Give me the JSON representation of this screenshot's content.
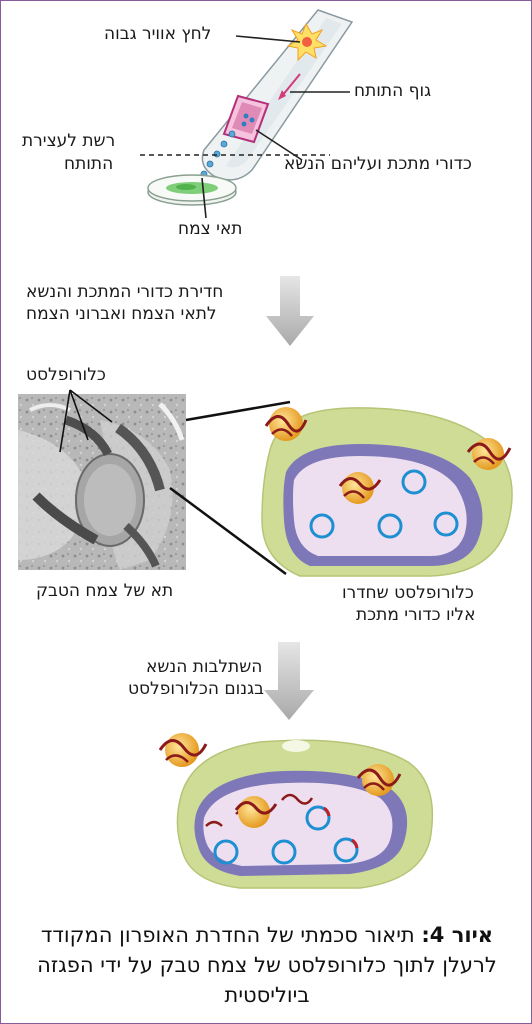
{
  "labels": {
    "high_pressure": "לחץ אוויר גבוה",
    "gun_body": "גוף התותח",
    "stopping_screen_1": "רשת לעצירת",
    "stopping_screen_2": "התותח",
    "metal_particles": "כדורי מתכת ועליהם הנשא",
    "plant_cells": "תאי צמח",
    "step1_line1": "חדירת כדורי המתכת והנשא",
    "step1_line2": "לתאי הצמח ואברוני הצמח",
    "chloroplasts": "כלורופלסט",
    "tobacco_cell": "תא של צמח הטבק",
    "penetrated_line1": "כלורופלסט שחדרו",
    "penetrated_line2": "אליו כדורי מתכת",
    "step2_line1": "השתלבות הנשא",
    "step2_line2": "בגנום הכלורופלסט"
  },
  "caption": {
    "prefix": "איור 4:",
    "text": "תיאור סכמתי של החדרת האופרון המקודד לרעלן לתוך כלורופלסט של צמח טבק על ידי הפגזה ביוליסטית"
  },
  "colors": {
    "frame": "#8a5a9a",
    "arrow": "#b9b9b9",
    "outer_membrane": "#c9d98c",
    "inner_membrane": "#8f86c4",
    "stroma": "#efe3f0",
    "dna_ring": "#1e8fd0",
    "particle": "#f0b23c",
    "dna_strand": "#8b1a1a"
  }
}
